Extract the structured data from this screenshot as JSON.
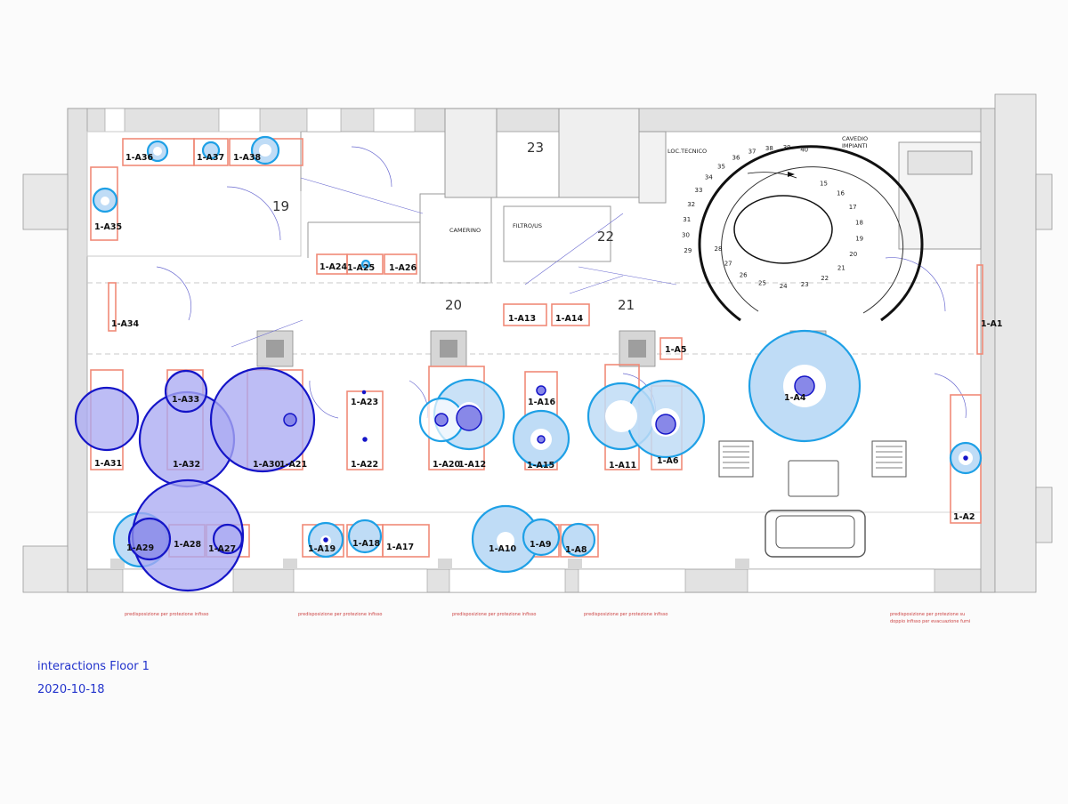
{
  "caption": {
    "title": "interactions Floor 1",
    "date": "2020-10-18"
  },
  "colors": {
    "wall": "#e2e2e2",
    "wall_edge": "#9a9a9a",
    "case_outline": "#f08a78",
    "interaction_light_fill": "#bfdcf6",
    "interaction_light_stroke": "#1ea0e6",
    "interaction_dark_fill": "#aaaaf2",
    "interaction_dark_stroke": "#1515c8",
    "caption": "#2233cc"
  },
  "rooms": [
    "19",
    "20",
    "21",
    "22",
    "23"
  ],
  "plan_labels": {
    "camerino": "CAMERINO",
    "filtro": "FILTRO/US",
    "loc_tecnico": "LOC.TECNICO",
    "cavedio": "CAVEDIO",
    "impianti": "IMPIANTI"
  },
  "stair_steps": [
    "15",
    "16",
    "17",
    "18",
    "19",
    "20",
    "21",
    "22",
    "23",
    "24",
    "25",
    "26",
    "27",
    "28",
    "29",
    "30",
    "31",
    "32",
    "33",
    "34",
    "35",
    "36",
    "37",
    "38",
    "39",
    "40"
  ],
  "bottom_notes": [
    "predisposizione per protezione infisso",
    "predisposizione per protezione infisso",
    "predisposizione per protezione infisso",
    "predisposizione per protezione infisso",
    "predisposizione per protezione su",
    "doppio infisso per evacuazione fumi"
  ],
  "cases": [
    "1-A1",
    "1-A2",
    "1-A4",
    "1-A5",
    "1-A6",
    "1-A8",
    "1-A9",
    "1-A10",
    "1-A11",
    "1-A12",
    "1-A13",
    "1-A14",
    "1-A15",
    "1-A16",
    "1-A17",
    "1-A18",
    "1-A19",
    "1-A20",
    "1-A21",
    "1-A22",
    "1-A23",
    "1-A24",
    "1-A25",
    "1-A26",
    "1-A27",
    "1-A28",
    "1-A29",
    "1-A30",
    "1-A31",
    "1-A32",
    "1-A33",
    "1-A34",
    "1-A35",
    "1-A36",
    "1-A37",
    "1-A38"
  ]
}
